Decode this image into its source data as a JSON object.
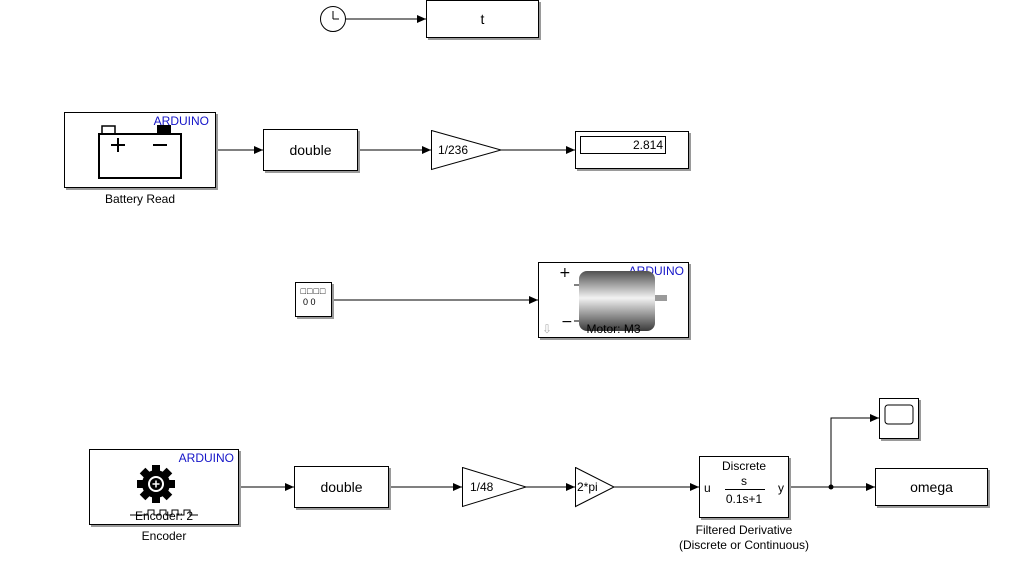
{
  "blocks": {
    "clock_out": "t",
    "battery": {
      "badge": "ARDUINO",
      "caption": "Battery Read"
    },
    "convert1": "double",
    "gain1": "1/236",
    "display_value": "2.814",
    "constant": {
      "line1": "□□□□",
      "line2": "0 0"
    },
    "motor": {
      "badge": "ARDUINO",
      "caption": "Motor: M3"
    },
    "encoder": {
      "badge": "ARDUINO",
      "inner": "Encoder: 2",
      "caption": "Encoder"
    },
    "convert2": "double",
    "gain2": "1/48",
    "gain3": "2*pi",
    "derivative": {
      "title": "Discrete",
      "num": "s",
      "den": "0.1s+1",
      "in_port": "u",
      "out_port": "y",
      "caption_line1": "Filtered Derivative",
      "caption_line2": "(Discrete or Continuous)"
    },
    "omega": "omega"
  },
  "colors": {
    "arduino_badge": "#1414c8",
    "shadow": "#9a9a9a"
  },
  "icons": [
    "clock-icon",
    "battery-icon",
    "motor-icon",
    "encoder-gear-icon",
    "scope-icon"
  ]
}
